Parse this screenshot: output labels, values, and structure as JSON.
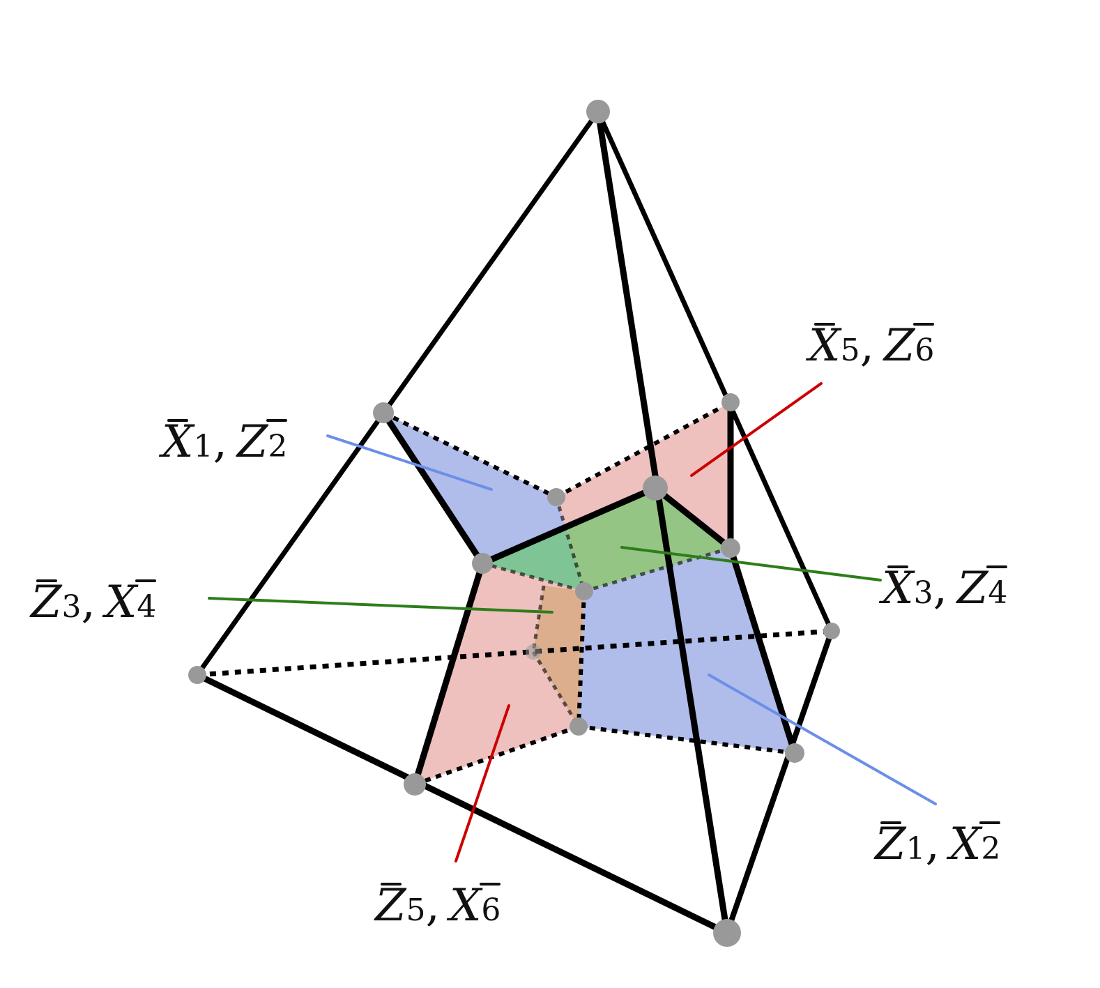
{
  "labels": [
    {
      "id": "x1z2",
      "a": "X",
      "a_sub": "1",
      "b": "Z",
      "b_sub": "2",
      "sep": ","
    },
    {
      "id": "x5z6",
      "a": "X",
      "a_sub": "5",
      "b": "Z",
      "b_sub": "6",
      "sep": ","
    },
    {
      "id": "z3x4",
      "a": "Z",
      "a_sub": "3",
      "b": "X",
      "b_sub": "4",
      "sep": ","
    },
    {
      "id": "x3z4",
      "a": "X",
      "a_sub": "3",
      "b": "Z",
      "b_sub": "4",
      "sep": ","
    },
    {
      "id": "z1x2",
      "a": "Z",
      "a_sub": "1",
      "b": "X",
      "b_sub": "2",
      "sep": ","
    },
    {
      "id": "z5x6",
      "a": "Z",
      "a_sub": "5",
      "b": "X",
      "b_sub": "6",
      "sep": ","
    }
  ],
  "colors": {
    "edge": "#000000",
    "vertex": "#999999",
    "face_blue": "#7b8fdc",
    "face_red": "#e08c88",
    "face_green": "#66c766",
    "leader_blue": "#6b8fe8",
    "leader_red": "#cc0000",
    "leader_green": "#2e7d1a"
  }
}
